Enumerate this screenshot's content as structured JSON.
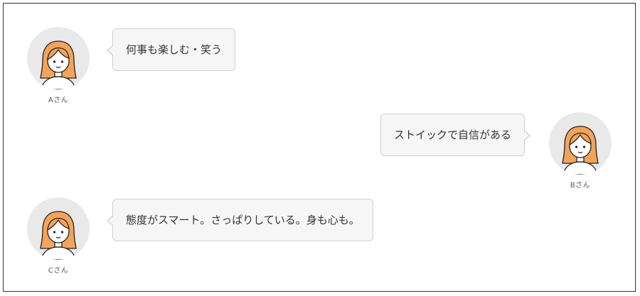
{
  "colors": {
    "frame_border": "#333333",
    "bubble_background": "#f6f6f6",
    "bubble_border": "#d0d0d0",
    "avatar_background": "#e9e9e9",
    "hair": "#f4a45a",
    "skin": "#ffffff",
    "text": "#333333"
  },
  "messages": [
    {
      "speaker": "Aさん",
      "text": "何事も楽しむ・笑う",
      "side": "left",
      "avatar_icon": "woman-avatar-icon"
    },
    {
      "speaker": "Bさん",
      "text": "ストイックで自信がある",
      "side": "right",
      "avatar_icon": "woman-avatar-icon"
    },
    {
      "speaker": "Cさん",
      "text": "態度がスマート。さっぱりしている。身も心も。",
      "side": "left",
      "avatar_icon": "woman-avatar-icon"
    }
  ]
}
